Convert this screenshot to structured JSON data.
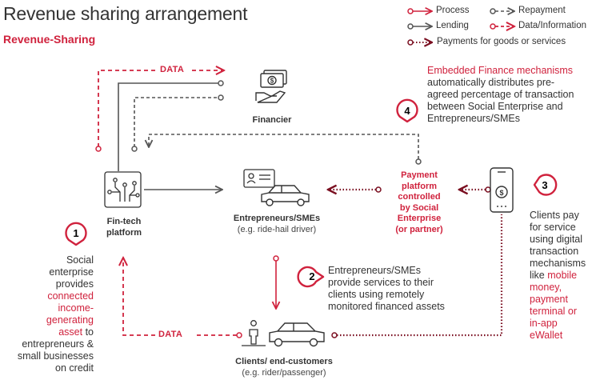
{
  "title": "Revenue sharing arrangement",
  "subtitle": "Revenue-Sharing",
  "legend": {
    "process": "Process",
    "repayment": "Repayment",
    "lending": "Lending",
    "data_information": "Data/Information",
    "payments": "Payments for goods or services"
  },
  "nodes": {
    "financier": "Financier",
    "fintech_line1": "Fin-tech",
    "fintech_line2": "platform",
    "entrepreneurs": "Entrepreneurs/SMEs",
    "entrepreneurs_sub": "(e.g. ride-hail driver)",
    "clients": "Clients/ end-customers",
    "clients_sub": "(e.g. rider/passenger)",
    "payment_platform": [
      "Payment",
      "platform",
      "controlled",
      "by Social",
      "Enterprise",
      "(or partner)"
    ]
  },
  "data_labels": {
    "top": "DATA",
    "bottom": "DATA"
  },
  "steps": {
    "s1": {
      "num": "1",
      "lines_plain": [
        "Social",
        "enterprise",
        "provides"
      ],
      "lines_red": [
        "connected",
        "income-",
        "generating",
        "asset"
      ],
      "tail_inline": " to",
      "lines_after": [
        "entrepreneurs &",
        "small businesses",
        "on credit"
      ]
    },
    "s2": {
      "num": "2",
      "lines": [
        "Entrepreneurs/SMEs",
        "provide services to their",
        "clients using remotely",
        "monitored financed assets"
      ]
    },
    "s3": {
      "num": "3",
      "lines_plain": [
        "Clients pay",
        "for service",
        "using digital",
        "transaction",
        "mechanisms"
      ],
      "like": "like ",
      "lines_red": [
        "mobile",
        "money,",
        "payment",
        "terminal or",
        "in-app",
        "eWallet"
      ]
    },
    "s4": {
      "num": "4",
      "lines_red": [
        "Embedded Finance mechanisms"
      ],
      "lines": [
        "automatically distributes pre-",
        "agreed percentage of transaction",
        "between Social Enterprise and",
        "Entrepreneurs/SMEs"
      ]
    }
  },
  "colors": {
    "red": "#d0223d",
    "grey": "#555555",
    "text": "#333333"
  },
  "icons": [
    "money-hand-icon",
    "circuit-chip-icon",
    "id-card-icon",
    "car-icon",
    "person-icon",
    "smartphone-dollar-icon",
    "step-badge-icon"
  ]
}
